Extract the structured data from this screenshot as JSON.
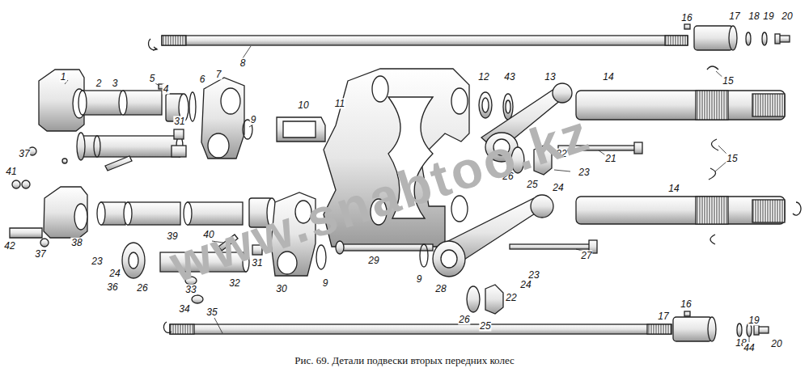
{
  "diagram": {
    "caption": "Рис. 69. Детали подвески вторых передних колес",
    "labels": [
      "16",
      "17",
      "18",
      "19",
      "20",
      "8",
      "15",
      "12",
      "43",
      "13",
      "14",
      "1",
      "2",
      "3",
      "5",
      "4",
      "6",
      "7",
      "10",
      "11",
      "9",
      "37",
      "31",
      "41",
      "21",
      "22",
      "26",
      "25",
      "23",
      "24",
      "15",
      "14",
      "42",
      "37",
      "38",
      "39",
      "40",
      "23",
      "24",
      "36",
      "26",
      "33",
      "32",
      "34",
      "31",
      "30",
      "9",
      "29",
      "9",
      "28",
      "27",
      "23",
      "24",
      "22",
      "26",
      "25",
      "35",
      "16",
      "17",
      "18",
      "19",
      "20",
      "44",
      "www.snabtoo.kz"
    ]
  }
}
